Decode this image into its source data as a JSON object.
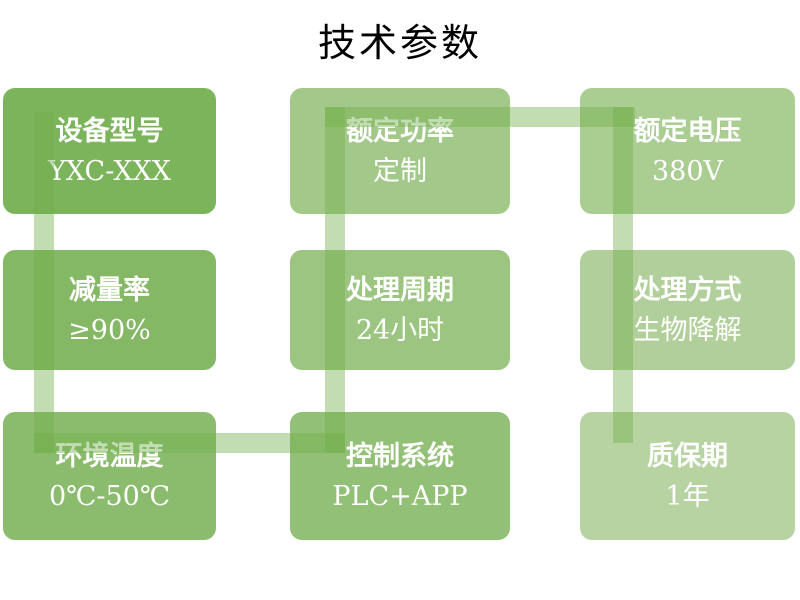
{
  "title": "技术参数",
  "colors": {
    "connector": "#70AD47",
    "text": "#FFFFFF",
    "title_text": "#000000",
    "background": "#FFFFFF"
  },
  "nodes": [
    {
      "id": "device-model",
      "label": "设备型号",
      "value": "YXC-XXX",
      "fill": "#7CB45C"
    },
    {
      "id": "rated-power",
      "label": "额定功率",
      "value": "定制",
      "fill": "#A2C989"
    },
    {
      "id": "rated-voltage",
      "label": "额定电压",
      "value": "380V",
      "fill": "#AACD92"
    },
    {
      "id": "reduction-rate",
      "label": "减量率",
      "value": "≥90%",
      "fill": "#84B865"
    },
    {
      "id": "processing-cycle",
      "label": "处理周期",
      "value": "24小时",
      "fill": "#9BC580"
    },
    {
      "id": "processing-method",
      "label": "处理方式",
      "value": "生物降解",
      "fill": "#B1CF9B"
    },
    {
      "id": "ambient-temperature",
      "label": "环境温度",
      "value": "0℃-50℃",
      "fill": "#8BBC6E"
    },
    {
      "id": "control-system",
      "label": "控制系统",
      "value": "PLC+APP",
      "fill": "#93C077"
    },
    {
      "id": "warranty",
      "label": "质保期",
      "value": "1年",
      "fill": "#B8D3A2"
    }
  ]
}
